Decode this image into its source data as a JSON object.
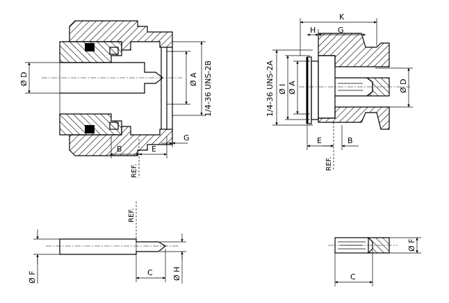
{
  "drawing": {
    "view1_labels": {
      "dia_d": "Ø D",
      "dia_a": "Ø A",
      "thread": "1/4-36 UNS-2B",
      "b": "B",
      "e": "E",
      "g": "G",
      "ref": "REF."
    },
    "view2_labels": {
      "k": "K",
      "h": "H",
      "g": "G",
      "thread": "1/4-36 UNS-2A",
      "dia_i": "Ø I",
      "dia_a": "Ø A",
      "dia_d": "Ø D",
      "e": "E",
      "b": "B",
      "ref": "REF."
    },
    "view3_labels": {
      "ref": "REF.",
      "dia_f": "Ø F",
      "c": "C",
      "dia_h": "Ø H"
    },
    "view4_labels": {
      "dia_f": "Ø F",
      "c": "C"
    }
  }
}
